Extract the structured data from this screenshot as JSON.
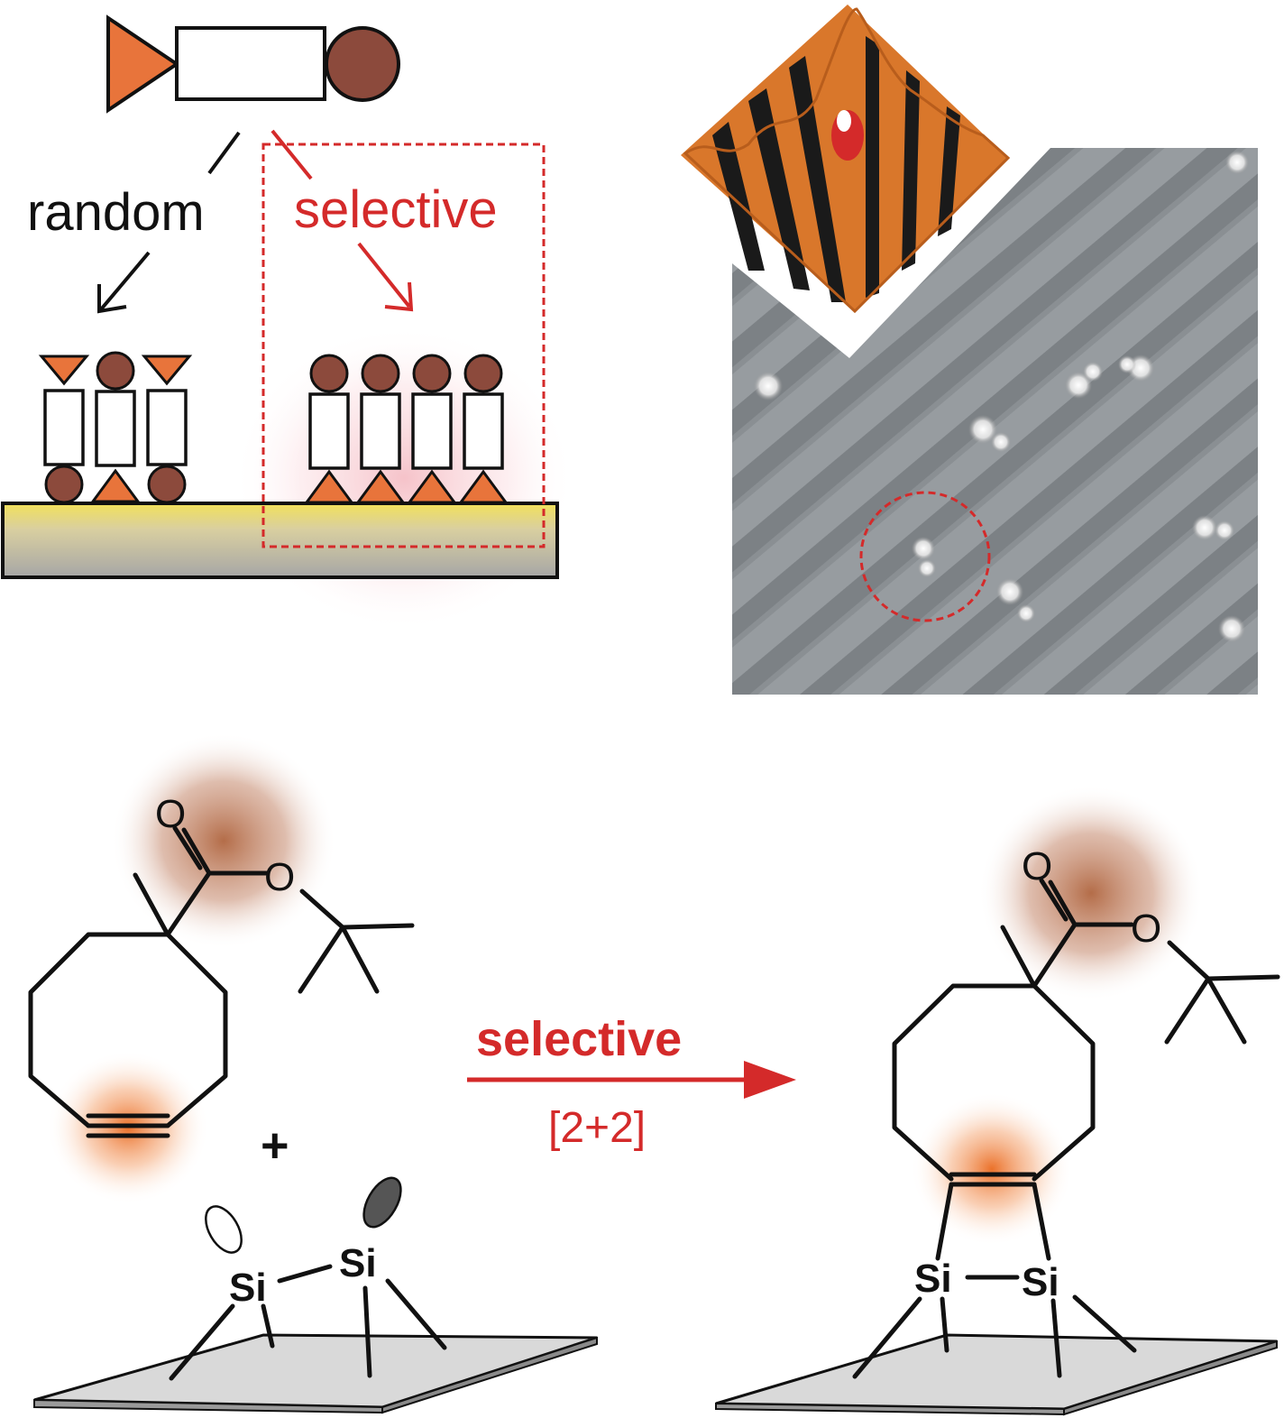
{
  "schematic": {
    "label_random": "random",
    "label_selective": "selective",
    "colors": {
      "triangle": "#e8743b",
      "circle": "#8c4a3c",
      "highlight": "#d42a2a",
      "outline": "#111111"
    }
  },
  "stm": {
    "image_kind": "STM topography with 3D inset",
    "colors": {
      "surface": "#8f9498",
      "inset": "#d9772b",
      "marker": "#d42a2a"
    }
  },
  "reaction": {
    "arrow_label": "selective",
    "arrow_sublabel": "[2+2]",
    "plus": "+",
    "atom_O": "O",
    "atom_Si": "Si",
    "colors": {
      "arrow": "#d42a2a",
      "glow_ester": "#a0522d",
      "glow_alkyne": "#ee7a2e",
      "substrate": "#d9d9d9"
    }
  }
}
